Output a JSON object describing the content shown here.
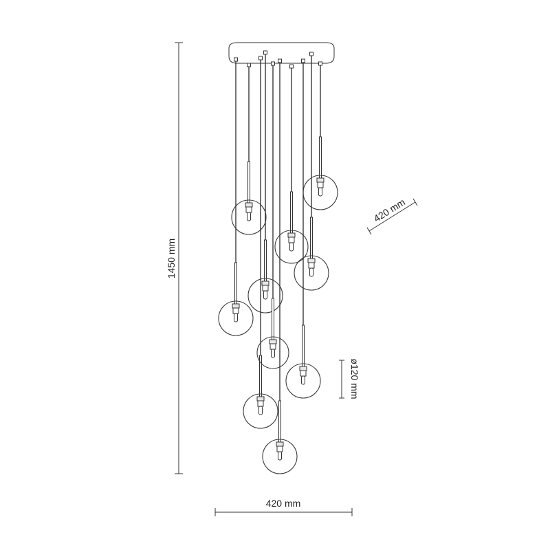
{
  "dimensions": {
    "height_label": "1450 mm",
    "width_label": "420 mm",
    "depth_label": "420 mm",
    "globe_label": "ø120 mm"
  },
  "colors": {
    "line": "#333333",
    "text": "#222222",
    "background": "#ffffff"
  }
}
